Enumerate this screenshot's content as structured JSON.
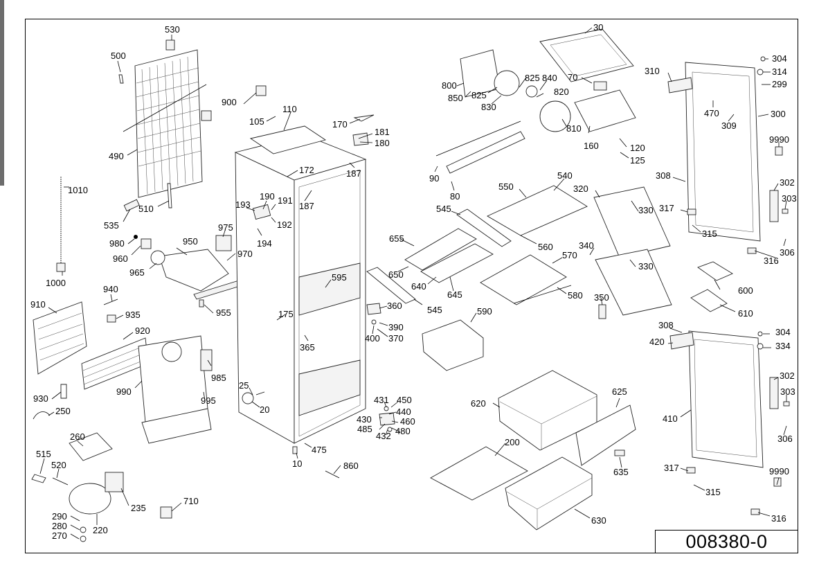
{
  "drawing_number": "008380-0",
  "callouts": [
    {
      "id": "c530",
      "text": "530"
    },
    {
      "id": "c500",
      "text": "500"
    },
    {
      "id": "c900",
      "text": "900"
    },
    {
      "id": "c490",
      "text": "490"
    },
    {
      "id": "c535",
      "text": "535"
    },
    {
      "id": "c510",
      "text": "510"
    },
    {
      "id": "c1010",
      "text": "1010"
    },
    {
      "id": "c1000",
      "text": "1000"
    },
    {
      "id": "c980",
      "text": "980"
    },
    {
      "id": "c960",
      "text": "960"
    },
    {
      "id": "c950",
      "text": "950"
    },
    {
      "id": "c975",
      "text": "975"
    },
    {
      "id": "c965",
      "text": "965"
    },
    {
      "id": "c970",
      "text": "970"
    },
    {
      "id": "c940",
      "text": "940"
    },
    {
      "id": "c955",
      "text": "955"
    },
    {
      "id": "c910",
      "text": "910"
    },
    {
      "id": "c935",
      "text": "935"
    },
    {
      "id": "c920",
      "text": "920"
    },
    {
      "id": "c985",
      "text": "985"
    },
    {
      "id": "c990",
      "text": "990"
    },
    {
      "id": "c995",
      "text": "995"
    },
    {
      "id": "c930",
      "text": "930"
    },
    {
      "id": "c250",
      "text": "250"
    },
    {
      "id": "c260",
      "text": "260"
    },
    {
      "id": "c515",
      "text": "515"
    },
    {
      "id": "c520",
      "text": "520"
    },
    {
      "id": "c235",
      "text": "235"
    },
    {
      "id": "c290",
      "text": "290"
    },
    {
      "id": "c280",
      "text": "280"
    },
    {
      "id": "c270",
      "text": "270"
    },
    {
      "id": "c220",
      "text": "220"
    },
    {
      "id": "c710",
      "text": "710"
    },
    {
      "id": "c105",
      "text": "105"
    },
    {
      "id": "c110",
      "text": "110"
    },
    {
      "id": "c170",
      "text": "170"
    },
    {
      "id": "c181",
      "text": "181"
    },
    {
      "id": "c180",
      "text": "180"
    },
    {
      "id": "c172",
      "text": "172"
    },
    {
      "id": "c187a",
      "text": "187"
    },
    {
      "id": "c187b",
      "text": "187"
    },
    {
      "id": "c193",
      "text": "193"
    },
    {
      "id": "c190",
      "text": "190"
    },
    {
      "id": "c191",
      "text": "191"
    },
    {
      "id": "c192",
      "text": "192"
    },
    {
      "id": "c194",
      "text": "194"
    },
    {
      "id": "c595",
      "text": "595"
    },
    {
      "id": "c175",
      "text": "175"
    },
    {
      "id": "c365",
      "text": "365"
    },
    {
      "id": "c25",
      "text": "25"
    },
    {
      "id": "c20",
      "text": "20"
    },
    {
      "id": "c475",
      "text": "475"
    },
    {
      "id": "c10",
      "text": "10"
    },
    {
      "id": "c860",
      "text": "860"
    },
    {
      "id": "c30",
      "text": "30"
    },
    {
      "id": "c800",
      "text": "800"
    },
    {
      "id": "c850",
      "text": "850"
    },
    {
      "id": "c825a",
      "text": "825"
    },
    {
      "id": "c825b",
      "text": "825"
    },
    {
      "id": "c840",
      "text": "840"
    },
    {
      "id": "c830",
      "text": "830"
    },
    {
      "id": "c820",
      "text": "820"
    },
    {
      "id": "c70",
      "text": "70"
    },
    {
      "id": "c810",
      "text": "810"
    },
    {
      "id": "c160",
      "text": "160"
    },
    {
      "id": "c120",
      "text": "120"
    },
    {
      "id": "c125",
      "text": "125"
    },
    {
      "id": "c90",
      "text": "90"
    },
    {
      "id": "c80",
      "text": "80"
    },
    {
      "id": "c550",
      "text": "550"
    },
    {
      "id": "c540",
      "text": "540"
    },
    {
      "id": "c320",
      "text": "320"
    },
    {
      "id": "c545a",
      "text": "545"
    },
    {
      "id": "c330a",
      "text": "330"
    },
    {
      "id": "c655",
      "text": "655"
    },
    {
      "id": "c560",
      "text": "560"
    },
    {
      "id": "c340",
      "text": "340"
    },
    {
      "id": "c570",
      "text": "570"
    },
    {
      "id": "c650",
      "text": "650"
    },
    {
      "id": "c640",
      "text": "640"
    },
    {
      "id": "c645",
      "text": "645"
    },
    {
      "id": "c580",
      "text": "580"
    },
    {
      "id": "c330b",
      "text": "330"
    },
    {
      "id": "c545b",
      "text": "545"
    },
    {
      "id": "c360",
      "text": "360"
    },
    {
      "id": "c390",
      "text": "390"
    },
    {
      "id": "c370",
      "text": "370"
    },
    {
      "id": "c400",
      "text": "400"
    },
    {
      "id": "c350",
      "text": "350"
    },
    {
      "id": "c590",
      "text": "590"
    },
    {
      "id": "c431",
      "text": "431"
    },
    {
      "id": "c450",
      "text": "450"
    },
    {
      "id": "c440",
      "text": "440"
    },
    {
      "id": "c430",
      "text": "430"
    },
    {
      "id": "c460",
      "text": "460"
    },
    {
      "id": "c485",
      "text": "485"
    },
    {
      "id": "c432",
      "text": "432"
    },
    {
      "id": "c480",
      "text": "480"
    },
    {
      "id": "c620",
      "text": "620"
    },
    {
      "id": "c625",
      "text": "625"
    },
    {
      "id": "c200",
      "text": "200"
    },
    {
      "id": "c635",
      "text": "635"
    },
    {
      "id": "c630",
      "text": "630"
    },
    {
      "id": "c304a",
      "text": "304"
    },
    {
      "id": "c310",
      "text": "310"
    },
    {
      "id": "c314",
      "text": "314"
    },
    {
      "id": "c299",
      "text": "299"
    },
    {
      "id": "c470",
      "text": "470"
    },
    {
      "id": "c309",
      "text": "309"
    },
    {
      "id": "c300",
      "text": "300"
    },
    {
      "id": "c9990a",
      "text": "9990"
    },
    {
      "id": "c308a",
      "text": "308"
    },
    {
      "id": "c302a",
      "text": "302"
    },
    {
      "id": "c303a",
      "text": "303"
    },
    {
      "id": "c317a",
      "text": "317"
    },
    {
      "id": "c315a",
      "text": "315"
    },
    {
      "id": "c306a",
      "text": "306"
    },
    {
      "id": "c316a",
      "text": "316"
    },
    {
      "id": "c600",
      "text": "600"
    },
    {
      "id": "c610",
      "text": "610"
    },
    {
      "id": "c308b",
      "text": "308"
    },
    {
      "id": "c304b",
      "text": "304"
    },
    {
      "id": "c420",
      "text": "420"
    },
    {
      "id": "c334",
      "text": "334"
    },
    {
      "id": "c302b",
      "text": "302"
    },
    {
      "id": "c303b",
      "text": "303"
    },
    {
      "id": "c410",
      "text": "410"
    },
    {
      "id": "c306b",
      "text": "306"
    },
    {
      "id": "c317b",
      "text": "317"
    },
    {
      "id": "c9990b",
      "text": "9990"
    },
    {
      "id": "c315b",
      "text": "315"
    },
    {
      "id": "c316b",
      "text": "316"
    }
  ]
}
